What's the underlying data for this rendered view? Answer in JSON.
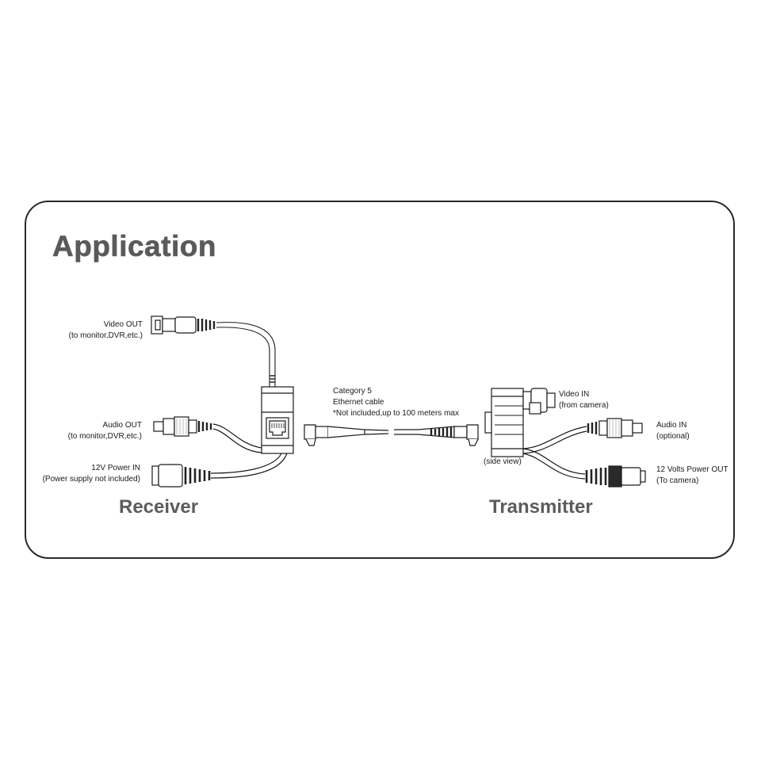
{
  "title": "Application",
  "receiver": {
    "label": "Receiver",
    "video_out": {
      "line1": "Video OUT",
      "line2": "(to monitor,DVR,etc.)"
    },
    "audio_out": {
      "line1": "Audio OUT",
      "line2": "(to monitor,DVR,etc.)"
    },
    "power_in": {
      "line1": "12V Power IN",
      "line2": "(Power supply not included)"
    }
  },
  "cable": {
    "line1": "Category 5",
    "line2": "Ethernet cable",
    "line3": "*Not included,up to 100 meters max"
  },
  "transmitter": {
    "label": "Transmitter",
    "video_in": {
      "line1": "Video IN",
      "line2": "(from camera)"
    },
    "audio_in": {
      "line1": "Audio IN",
      "line2": "(optional)"
    },
    "power_out": {
      "line1": "12 Volts Power OUT",
      "line2": "(To camera)"
    },
    "side_view": "(side view)"
  },
  "colors": {
    "title_gray": "#5a5a5a",
    "label_gray": "#5c5c5c",
    "line": "#1a1a1a",
    "cable_fill": "#e6e6e6"
  }
}
